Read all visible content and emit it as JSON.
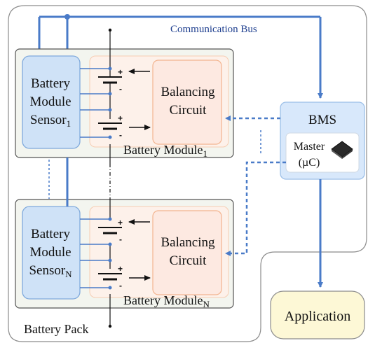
{
  "bus": {
    "label": "Communication Bus"
  },
  "modules": [
    {
      "sensor_lines": [
        "Battery",
        "Module",
        "Sensor"
      ],
      "sensor_sub": "1",
      "balancing_lines": [
        "Balancing",
        "Circuit"
      ],
      "module_label": "Battery Module",
      "module_sub": "1"
    },
    {
      "sensor_lines": [
        "Battery",
        "Module",
        "Sensor"
      ],
      "sensor_sub": "N",
      "balancing_lines": [
        "Balancing",
        "Circuit"
      ],
      "module_label": "Battery Module",
      "module_sub": "N"
    }
  ],
  "bms": {
    "title": "BMS",
    "master_lines": [
      "Master",
      "(µC)"
    ]
  },
  "application": {
    "label": "Application"
  },
  "pack": {
    "label": "Battery Pack"
  },
  "cell_signs": {
    "plus": "+",
    "minus": "-"
  },
  "colors": {
    "bus": "#4a7bc8",
    "sensor_fill": "#cfe2f7",
    "sensor_stroke": "#7fa9dc",
    "balancing_fill": "#fde9e1",
    "balancing_stroke": "#f3b48f",
    "bms_fill": "#d8e8fb",
    "application_fill": "#fdf8d6",
    "module_border": "#555555",
    "pack_border": "#888888"
  },
  "icons": {
    "chip": "microcontroller-chip-icon",
    "arrow": "arrow-icon"
  }
}
